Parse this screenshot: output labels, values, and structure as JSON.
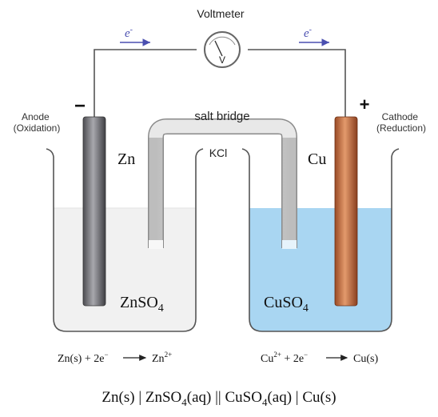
{
  "voltmeter": {
    "title": "Voltmeter",
    "symbol": "V"
  },
  "electron_flow": {
    "left_label": "e",
    "right_label": "e",
    "charge": "-",
    "direction": "left-to-right"
  },
  "anode": {
    "sign": "−",
    "label_line1": "Anode",
    "label_line2": "(Oxidation)",
    "metal": "Zn",
    "solution": "ZnSO",
    "solution_subscript": "4",
    "half_reaction": {
      "left": "Zn(s) + 2e",
      "electron_charge": "−",
      "right": "Zn",
      "ion_charge": "2+"
    }
  },
  "cathode": {
    "sign": "+",
    "label_line1": "Cathode",
    "label_line2": "(Reduction)",
    "metal": "Cu",
    "solution": "CuSO",
    "solution_subscript": "4",
    "half_reaction": {
      "left": "Cu",
      "ion_charge": "2+",
      "middle": " + 2e",
      "electron_charge": "−",
      "right": "Cu(s)"
    }
  },
  "salt_bridge": {
    "label": "salt bridge",
    "electrolyte": "KCl"
  },
  "cell_notation": {
    "part1": "Zn(s) | ZnSO",
    "sub1": "4",
    "part2": "(aq) || CuSO",
    "sub2": "4",
    "part3": "(aq) | Cu(s)"
  },
  "colors": {
    "zinc_electrode": "#6f6f73",
    "copper_electrode": "#c0653a",
    "znso4_solution": "#f1f1f1",
    "cuso4_solution": "#a9d6f2",
    "salt_bridge": "#dcdcdc",
    "electron_arrow": "#4a4fb0",
    "wire": "#555555"
  }
}
